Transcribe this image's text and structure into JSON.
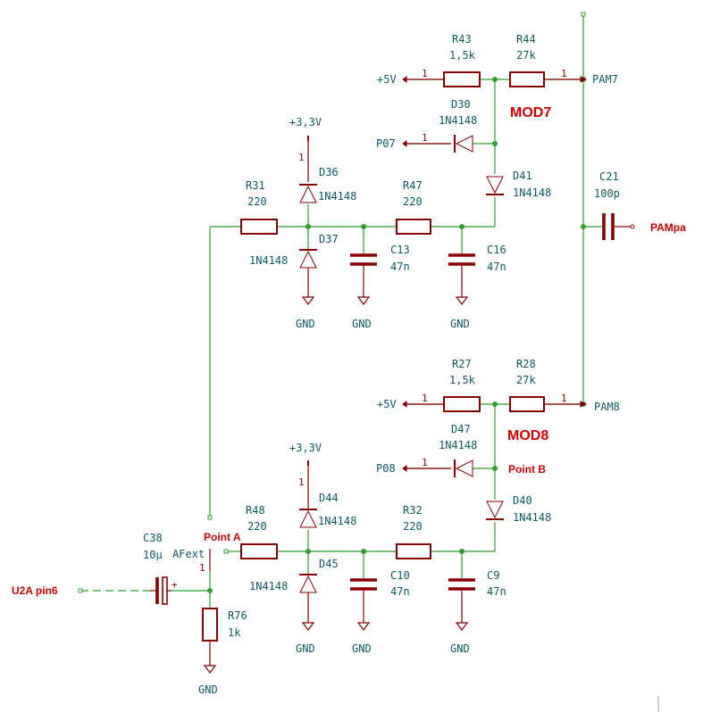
{
  "labels": {
    "mod7": "MOD7",
    "mod8": "MOD8",
    "point_a": "Point A",
    "point_b": "Point B",
    "u2a": "U2A pin6",
    "pampa": "PAMpa"
  },
  "nets": {
    "pam7": "PAM7",
    "pam8": "PAM8",
    "p07": "P07",
    "p08": "P08",
    "afext": "AFext",
    "plus5v": "+5V",
    "plus33v": "+3,3V",
    "gnd": "GND"
  },
  "components": {
    "r43": {
      "ref": "R43",
      "value": "1,5k"
    },
    "r44": {
      "ref": "R44",
      "value": "27k"
    },
    "d30": {
      "ref": "D30",
      "value": "1N4148"
    },
    "d41": {
      "ref": "D41",
      "value": "1N4148"
    },
    "r31": {
      "ref": "R31",
      "value": "220"
    },
    "d36": {
      "ref": "D36",
      "value": "1N4148"
    },
    "d37": {
      "ref": "D37",
      "value": "1N4148"
    },
    "r47": {
      "ref": "R47",
      "value": "220"
    },
    "c13": {
      "ref": "C13",
      "value": "47n"
    },
    "c16": {
      "ref": "C16",
      "value": "47n"
    },
    "c21": {
      "ref": "C21",
      "value": "100p"
    },
    "r27": {
      "ref": "R27",
      "value": "1,5k"
    },
    "r28": {
      "ref": "R28",
      "value": "27k"
    },
    "d47": {
      "ref": "D47",
      "value": "1N4148"
    },
    "d40": {
      "ref": "D40",
      "value": "1N4148"
    },
    "r48": {
      "ref": "R48",
      "value": "220"
    },
    "d44": {
      "ref": "D44",
      "value": "1N4148"
    },
    "d45": {
      "ref": "D45",
      "value": "1N4148"
    },
    "r32": {
      "ref": "R32",
      "value": "220"
    },
    "c10": {
      "ref": "C10",
      "value": "47n"
    },
    "c9": {
      "ref": "C9",
      "value": "47n"
    },
    "c38": {
      "ref": "C38",
      "value": "10µ"
    },
    "r76": {
      "ref": "R76",
      "value": "1k"
    }
  },
  "pins": {
    "one": "1",
    "plus": "+"
  }
}
